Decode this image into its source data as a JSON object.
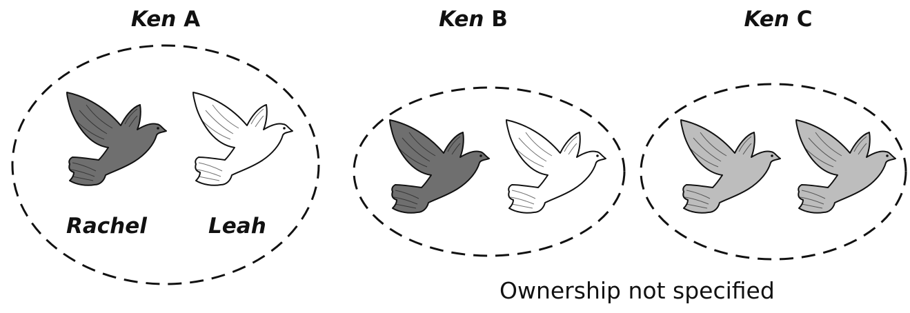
{
  "groups": [
    {
      "title_italic": "Ken",
      "title_suffix": "A",
      "names": [
        "Rachel",
        "Leah"
      ],
      "dove_colors": [
        "#6f6f6f",
        "#ffffff"
      ]
    },
    {
      "title_italic": "Ken",
      "title_suffix": "B",
      "names": [],
      "dove_colors": [
        "#6f6f6f",
        "#ffffff"
      ]
    },
    {
      "title_italic": "Ken",
      "title_suffix": "C",
      "names": [],
      "dove_colors": [
        "#bdbdbd",
        "#bdbdbd"
      ]
    }
  ],
  "caption": "Ownership not specified",
  "colors": {
    "outline": "#111111",
    "dark_dove": "#6f6f6f",
    "light_dove": "#ffffff",
    "grey_dove": "#bdbdbd"
  },
  "icons": [
    "dove-icon"
  ]
}
